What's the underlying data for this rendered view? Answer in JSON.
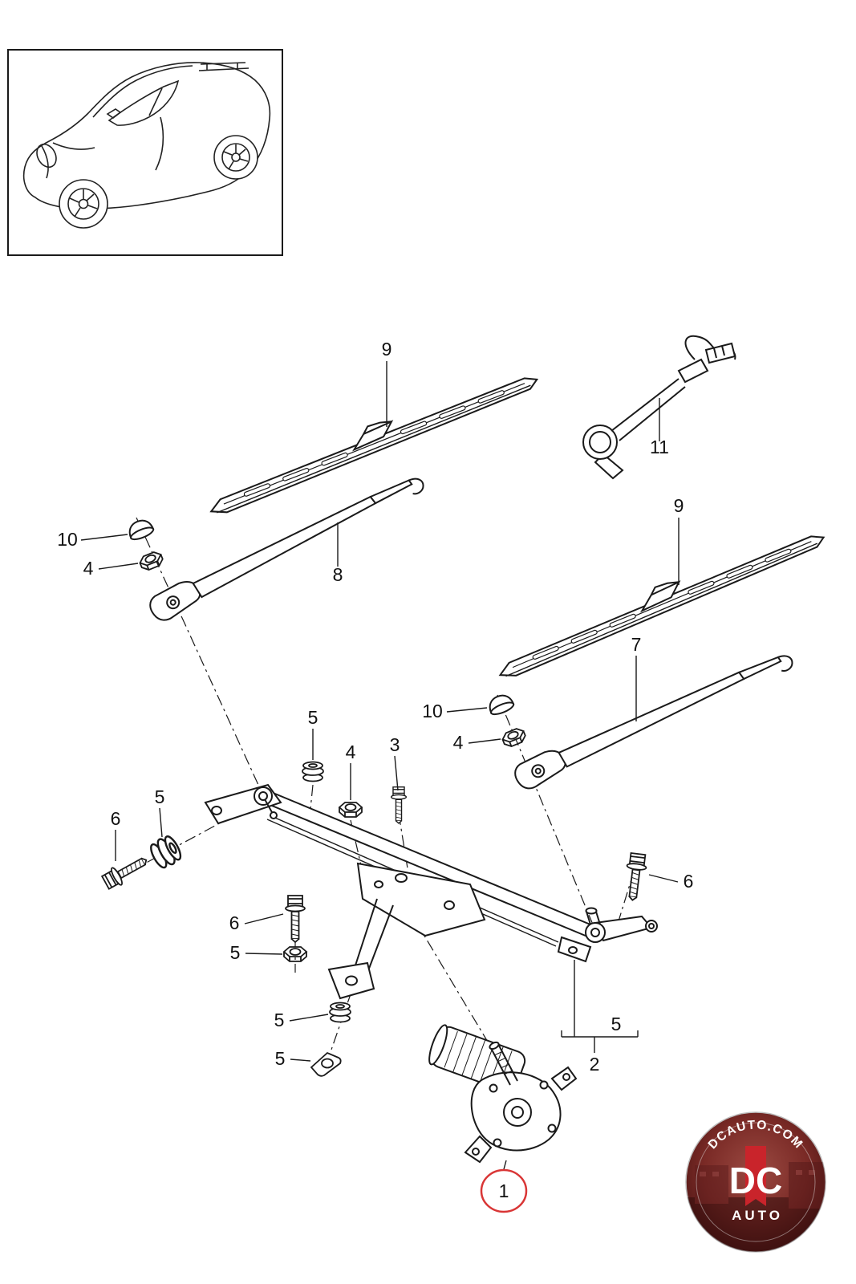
{
  "callouts": [
    {
      "id": "blade-upper",
      "label": "9"
    },
    {
      "id": "hose-sensor",
      "label": "11"
    },
    {
      "id": "cap-left",
      "label": "10"
    },
    {
      "id": "nut-left",
      "label": "4"
    },
    {
      "id": "arm-left",
      "label": "8"
    },
    {
      "id": "blade-lower",
      "label": "9"
    },
    {
      "id": "arm-right",
      "label": "7"
    },
    {
      "id": "cap-right",
      "label": "10"
    },
    {
      "id": "nut-right",
      "label": "4"
    },
    {
      "id": "grommet-top",
      "label": "5"
    },
    {
      "id": "nut-center",
      "label": "4"
    },
    {
      "id": "screw-center",
      "label": "3"
    },
    {
      "id": "bushing-left",
      "label": "5"
    },
    {
      "id": "bolt-left",
      "label": "6"
    },
    {
      "id": "bolt-right",
      "label": "6"
    },
    {
      "id": "bolt-center",
      "label": "6"
    },
    {
      "id": "nut-lower",
      "label": "5"
    },
    {
      "id": "grommet-lower",
      "label": "5"
    },
    {
      "id": "clip-lower",
      "label": "5"
    },
    {
      "id": "bushing-bracket",
      "label": "5"
    },
    {
      "id": "frame",
      "label": "2"
    },
    {
      "id": "motor",
      "label": "1"
    }
  ],
  "highlight": {
    "part_label": "1",
    "color": "#d93636"
  },
  "logo": {
    "arc_text": "DCAUTO.COM",
    "dc": "DC",
    "auto": "AUTO",
    "banner_color": "#c9242b",
    "background_color": "#6d2420"
  }
}
